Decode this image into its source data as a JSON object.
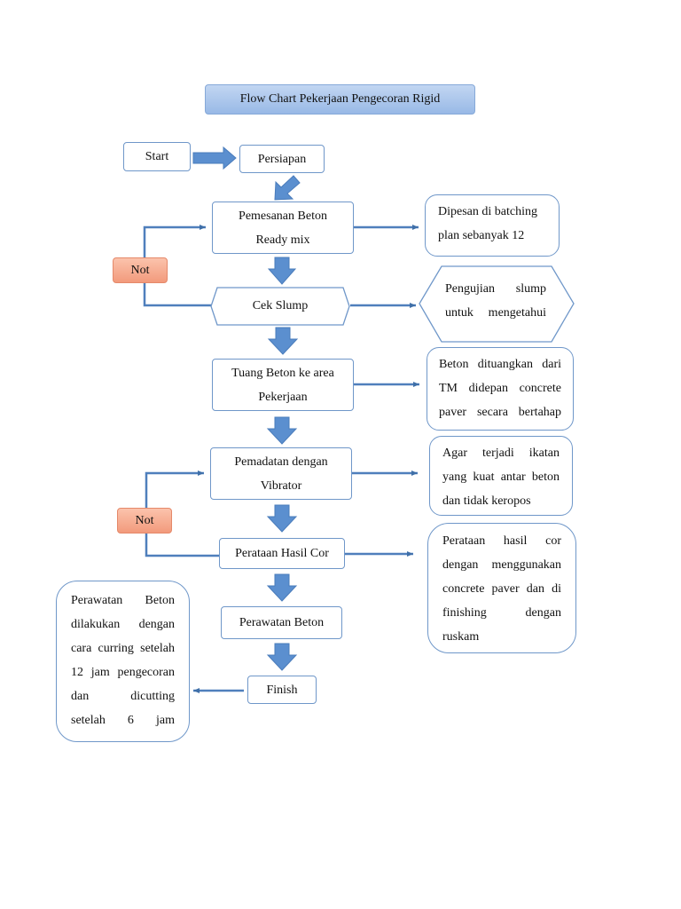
{
  "title": "Flow Chart Pekerjaan Pengecoran Rigid",
  "nodes": {
    "start": "Start",
    "persiapan": "Persiapan",
    "pemesanan": [
      "Pemesanan Beton",
      "Ready mix"
    ],
    "cek_slump": "Cek Slump",
    "tuang": [
      "Tuang Beton ke area",
      "Pekerjaan"
    ],
    "pemadatan": [
      "Pemadatan dengan",
      "Vibrator"
    ],
    "perataan": "Perataan Hasil Cor",
    "perawatan": "Perawatan Beton",
    "finish": "Finish"
  },
  "not_labels": [
    "Not",
    "Not"
  ],
  "notes": {
    "batching": [
      "Dipesan di batching",
      "plan sebanyak 12"
    ],
    "slump": [
      "Pengujian slump",
      "untuk mengetahui"
    ],
    "tuang": [
      "Beton dituangkan dari",
      "TM didepan concrete",
      "paver secara bertahap"
    ],
    "pemadatan": [
      "Agar terjadi ikatan",
      "yang kuat antar beton",
      "dan tidak keropos"
    ],
    "perataan": [
      "Perataan hasil cor",
      "dengan menggunakan",
      "concrete paver dan di",
      "finishing dengan",
      "ruskam"
    ],
    "perawatan": [
      "Perawatan Beton",
      "dilakukan dengan",
      "cara curring setelah",
      "12 jam pengecoran",
      "dan dicutting",
      "setelah 6 jam"
    ]
  },
  "colors": {
    "box_border": "#6f97c9",
    "arrow_fill": "#5b8fcf",
    "not_fill": "#f29a7c",
    "title_fill": "#a9c4ea"
  }
}
